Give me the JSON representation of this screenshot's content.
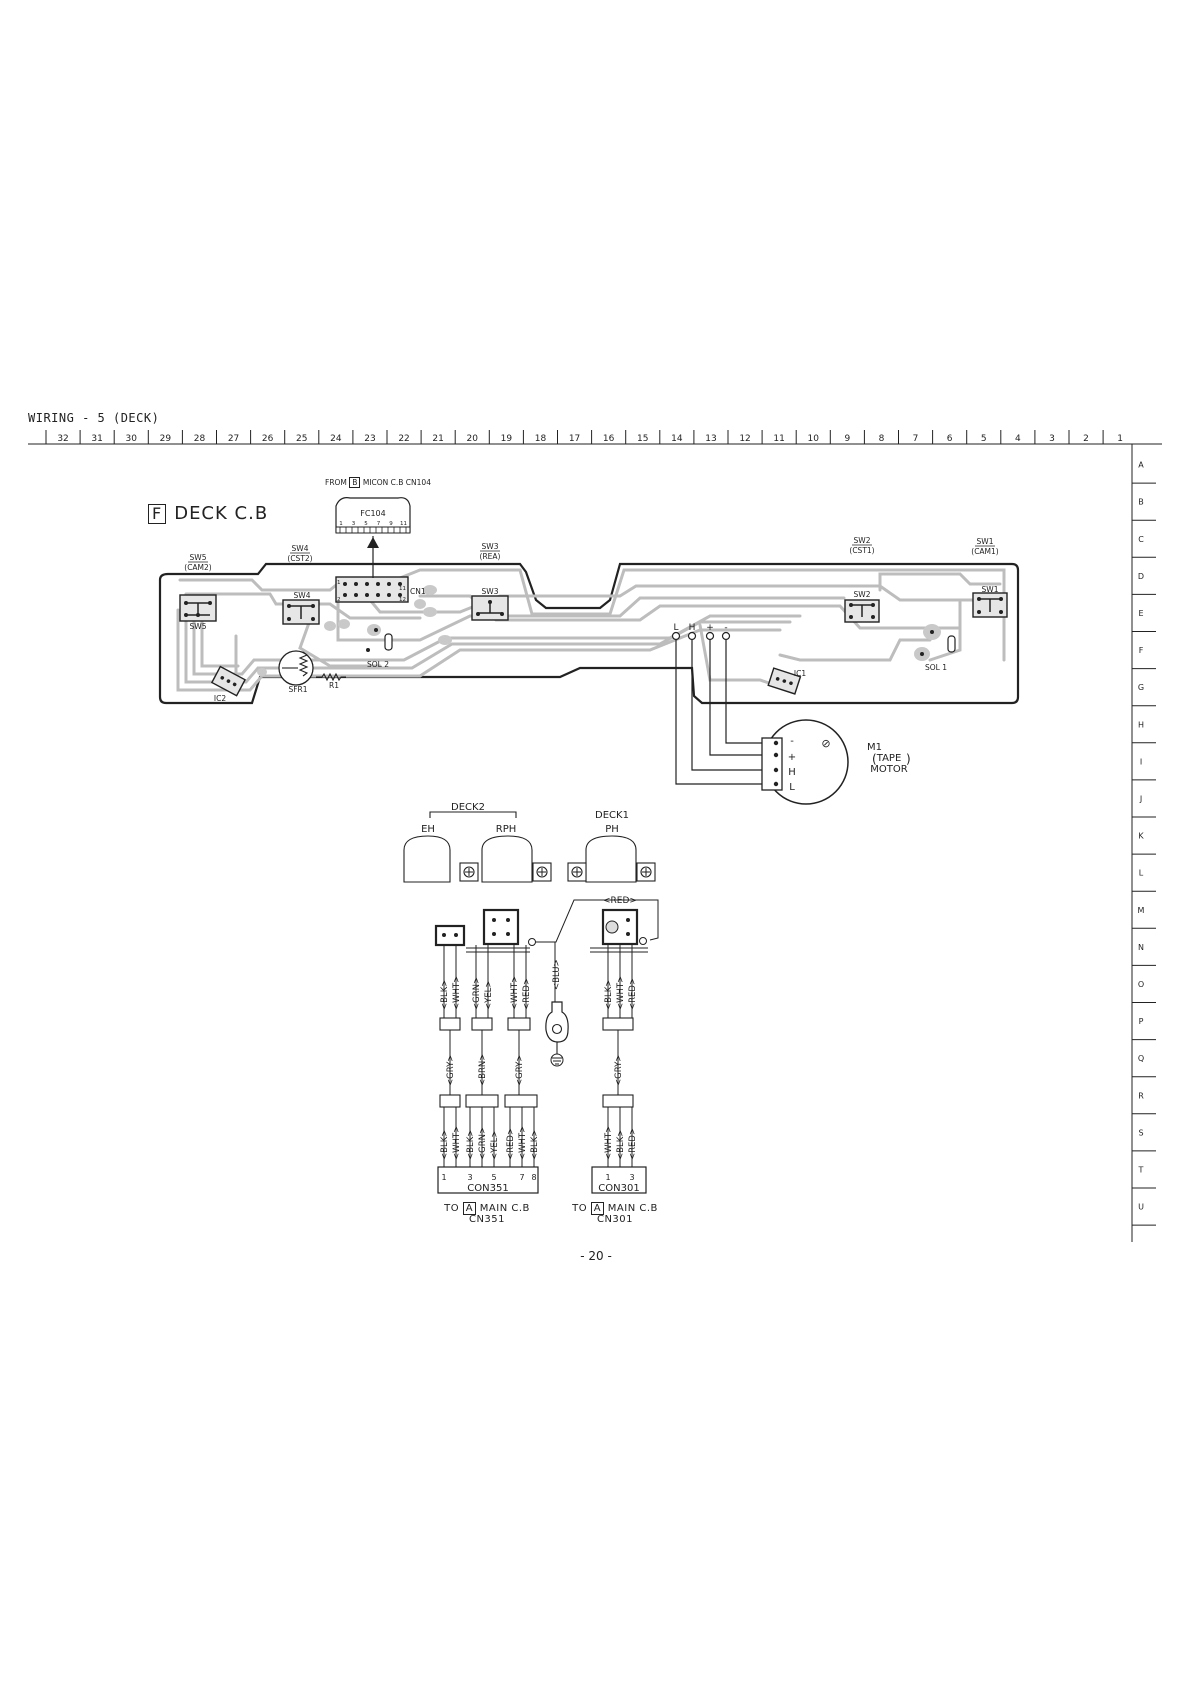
{
  "page": {
    "title": "WIRING - 5 (DECK)",
    "page_number": "- 20 -"
  },
  "grid": {
    "columns": [
      "32",
      "31",
      "30",
      "29",
      "28",
      "27",
      "26",
      "25",
      "24",
      "23",
      "22",
      "21",
      "20",
      "19",
      "18",
      "17",
      "16",
      "15",
      "14",
      "13",
      "12",
      "11",
      "10",
      "9",
      "8",
      "7",
      "6",
      "5",
      "4",
      "3",
      "2",
      "1"
    ],
    "rows": [
      "A",
      "B",
      "C",
      "D",
      "E",
      "F",
      "G",
      "H",
      "I",
      "J",
      "K",
      "L",
      "M",
      "N",
      "O",
      "P",
      "Q",
      "R",
      "S",
      "T",
      "U"
    ]
  },
  "board": {
    "id_box": "F",
    "name": "DECK C.B",
    "from_box": "B",
    "from_text": "FROM",
    "from_rest": "MICON C.B  CN104",
    "fc104": "FC104",
    "fc104_pins": [
      "1",
      "3",
      "5",
      "7",
      "9",
      "11"
    ],
    "cn1": "CN1",
    "cn1_pins": [
      "1",
      "2",
      "11",
      "12"
    ],
    "switch_labels": [
      {
        "name": "SW5",
        "sub": "(CAM2)"
      },
      {
        "name": "SW4",
        "sub": "(CST2)"
      },
      {
        "name": "SW3",
        "sub": "(REA)"
      },
      {
        "name": "SW2",
        "sub": "(CST1)"
      },
      {
        "name": "SW1",
        "sub": "(CAM1)"
      }
    ],
    "component_labels": [
      "SW5",
      "SW4",
      "SW3",
      "SW2",
      "SW1",
      "SOL 2",
      "SOL 1",
      "IC1",
      "IC2",
      "SFR1",
      "R1"
    ],
    "motor_terminals": [
      "L",
      "H",
      "+",
      "-"
    ]
  },
  "motor": {
    "label_1": "M1",
    "label_2": "TAPE",
    "label_3": "MOTOR",
    "pins": [
      "-",
      "+",
      "H",
      "L"
    ],
    "symbol": "⊘"
  },
  "heads": {
    "deck2": "DECK2",
    "deck1": "DECK1",
    "eh": "EH",
    "rph": "RPH",
    "ph": "PH",
    "red": "<RED>"
  },
  "wires": {
    "con351_top": [
      "<BLK>",
      "<WHT>",
      "<GRN>",
      "<YEL>",
      "<WHT>",
      "<RED>"
    ],
    "blu": "<BLU>",
    "con301_top": [
      "<BLK>",
      "<WHT>",
      "<RED>"
    ],
    "mid": [
      "<GRY>",
      "<BRN>",
      "<GRY>",
      "<GRY>"
    ],
    "con351_bottom": [
      "<BLK>",
      "<WHT>",
      "<BLK>",
      "<GRN>",
      "<YEL>",
      "<RED>",
      "<WHT>",
      "<BLK>"
    ],
    "con301_bottom": [
      "<WHT>",
      "<BLK>",
      "<RED>"
    ]
  },
  "connectors": {
    "con351": "CON351",
    "con351_pins": [
      "1",
      "3",
      "5",
      "7",
      "8"
    ],
    "con301": "CON301",
    "con301_pins": [
      "1",
      "3"
    ],
    "to_text": "TO",
    "to_box": "A",
    "to_rest": "MAIN C.B",
    "cn351": "CN351",
    "cn301": "CN301"
  },
  "colors": {
    "ink": "#222222",
    "trace": "#b8b8b8",
    "board_fill": "#ffffff"
  }
}
